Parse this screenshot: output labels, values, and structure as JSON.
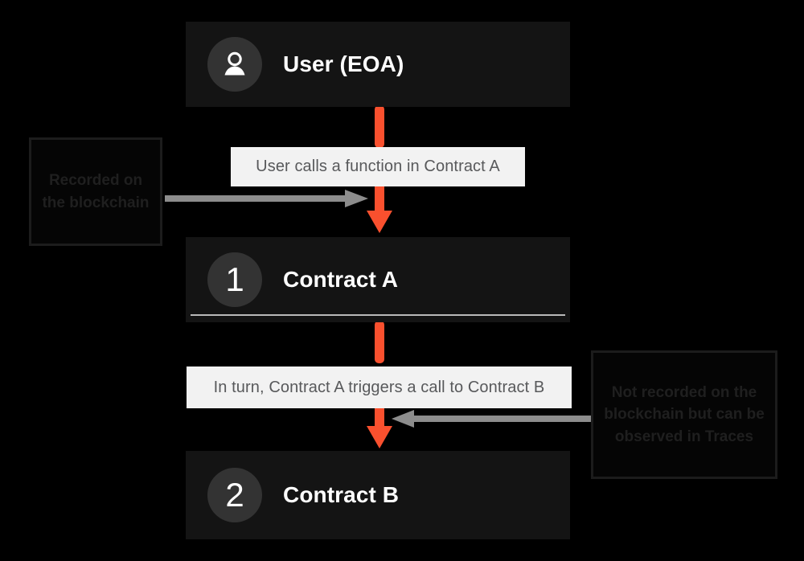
{
  "colors": {
    "background": "#000000",
    "node_fill": "#141414",
    "circle_fill": "#333333",
    "node_text": "#ffffff",
    "caption_fill": "#f2f2f2",
    "caption_text": "#58595b",
    "flow_arrow": "#f9502e",
    "note_arrow": "#8c8c8c",
    "annotation_border": "#1c1c1c",
    "annotation_text": "#1f1f1f",
    "divider": "#b9b9b9"
  },
  "nodes": [
    {
      "id": "user",
      "icon": "person-icon",
      "badge": "",
      "label": "User (EOA)"
    },
    {
      "id": "contract-a",
      "icon": "number-badge",
      "badge": "1",
      "label": "Contract A"
    },
    {
      "id": "contract-b",
      "icon": "number-badge",
      "badge": "2",
      "label": "Contract B"
    }
  ],
  "captions": [
    {
      "id": "caption-1",
      "text": "User calls a function in Contract A"
    },
    {
      "id": "caption-2",
      "text": "In turn, Contract A triggers a call to Contract B"
    }
  ],
  "annotations": [
    {
      "id": "annotation-left",
      "text": "Recorded on the blockchain",
      "arrow": "right-arrow-icon"
    },
    {
      "id": "annotation-right",
      "text": "Not recorded on the blockchain but can be observed in Traces",
      "arrow": "left-arrow-icon"
    }
  ],
  "flow_arrows": [
    {
      "id": "arrow-user-to-contract-a",
      "direction": "down"
    },
    {
      "id": "arrow-contract-a-to-contract-b",
      "direction": "down"
    }
  ]
}
